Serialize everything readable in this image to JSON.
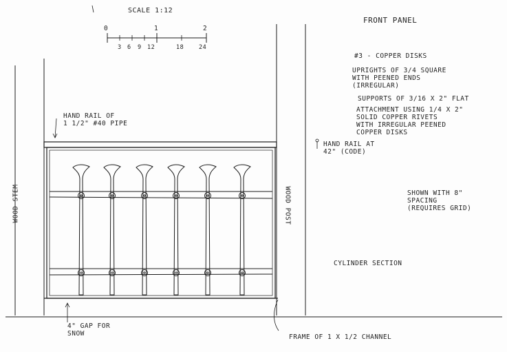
{
  "title": "Front Panel",
  "scale": {
    "label": "Scale 1:12",
    "major_ticks": [
      "0",
      "1",
      "2"
    ],
    "minor_ticks": [
      "3",
      "6",
      "9",
      "12",
      "18",
      "24"
    ]
  },
  "notes": {
    "disks": "#3 - Copper Disks",
    "uprights": "Uprights of 3/4 square\nwith peened ends\n(irregular)",
    "supports": "Supports of 3/16 x 2\" flat",
    "attachment": "Attachment using 1/4 x 2\"\nsolid copper rivets\nwith irregular peened\ncopper disks",
    "handrail_height": "Hand rail at\n42\" (code)",
    "spacing": "Shown with 8\"\nspacing\n(requires grid)",
    "section": "Cylinder section"
  },
  "labels": {
    "hand_rail": "Hand rail of\n1 1/2\" #40 pipe",
    "wood_stem": "Wood stem",
    "wood_post": "Wood post",
    "gap": "4\" gap for\nsnow",
    "frame": "Frame of 1 x 1/2 channel"
  }
}
